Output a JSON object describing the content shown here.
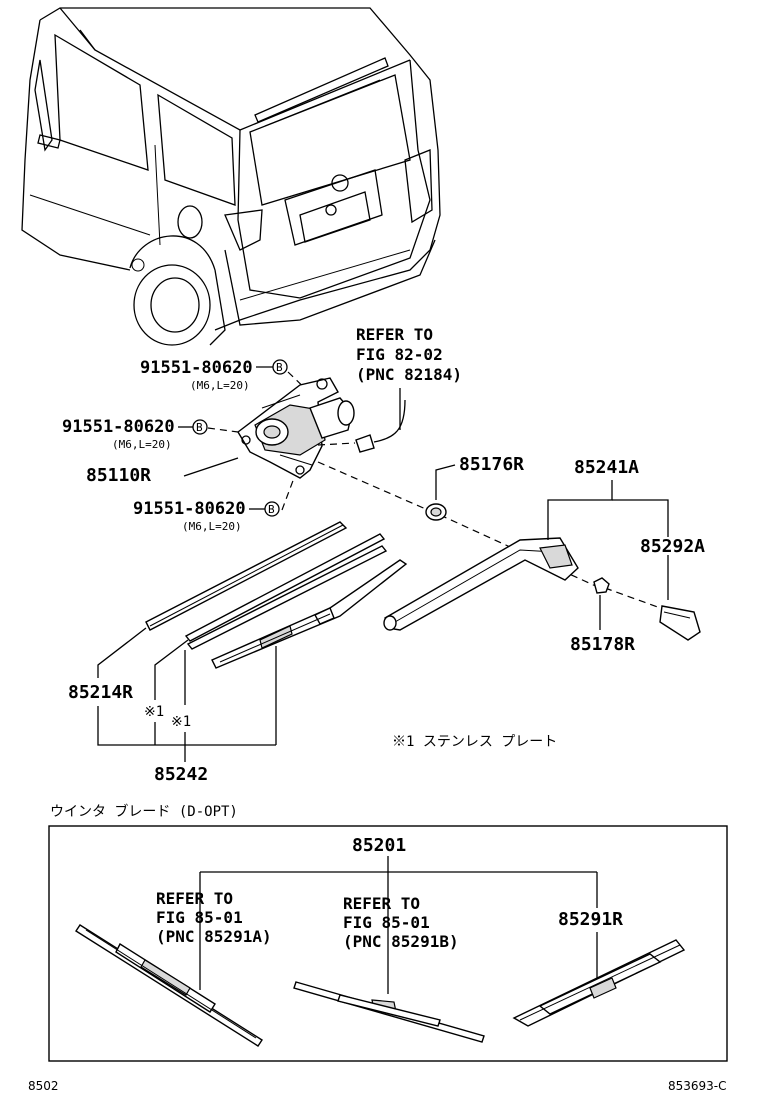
{
  "parts": {
    "bolt_a": "91551-80620",
    "bolt_a_spec": "(M6,L=20)",
    "bolt_b": "91551-80620",
    "bolt_b_spec": "(M6,L=20)",
    "bolt_c": "91551-80620",
    "bolt_c_spec": "(M6,L=20)",
    "bolt_mark": "B",
    "motor": "85110R",
    "cap": "85176R",
    "arm_assy": "85241A",
    "arm_cover": "85292A",
    "nut": "85178R",
    "blade_rubber": "85214R",
    "blade_assy": "85242",
    "winter_set": "85201",
    "winter_blade": "85291R"
  },
  "refer_motor": {
    "line1": "REFER TO",
    "line2": "FIG 82-02",
    "line3": "(PNC 82184)"
  },
  "refer_blade_a": {
    "line1": "REFER TO",
    "line2": "FIG 85-01",
    "line3": "(PNC 85291A)"
  },
  "refer_blade_b": {
    "line1": "REFER TO",
    "line2": "FIG 85-01",
    "line3": "(PNC 85291B)"
  },
  "notes": {
    "mark1": "※1",
    "mark2": "※1",
    "stainless": "※1 ステンレス プレート",
    "winter_heading": "ウインタ ブレード (D-OPT)"
  },
  "footer": {
    "left": "8502",
    "right": "853693-C"
  }
}
